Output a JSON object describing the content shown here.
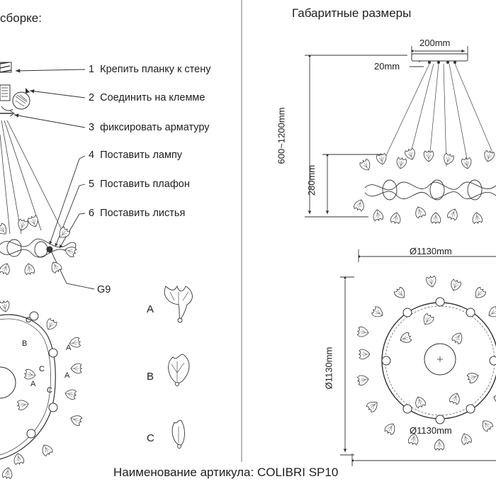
{
  "left_heading": "сборке:",
  "right_heading": "Габаритные размеры",
  "steps": [
    {
      "num": "1",
      "text": "Крепить планку к стену"
    },
    {
      "num": "2",
      "text": "Соединить на клемме"
    },
    {
      "num": "3",
      "text": "фиксировать арматуру"
    },
    {
      "num": "4",
      "text": "Поставить лампу"
    },
    {
      "num": "5",
      "text": "Поставить плафон"
    },
    {
      "num": "6",
      "text": "Поставить листья"
    }
  ],
  "lamp_label": "G9",
  "leaf_types": [
    "A",
    "B",
    "C"
  ],
  "ring_letters": [
    "C",
    "B",
    "A",
    "C",
    "A",
    "A",
    "C"
  ],
  "dimensions": {
    "canopy_width": "200mm",
    "canopy_height": "20mm",
    "total_height": "600~1200mm",
    "body_height": "280mm",
    "side_width": "Ø1130mm",
    "top_diameter_v": "Ø1130mm",
    "top_diameter_h": "Ø1130mm"
  },
  "footer": "Наименование артикула: COLIBRI SP10"
}
